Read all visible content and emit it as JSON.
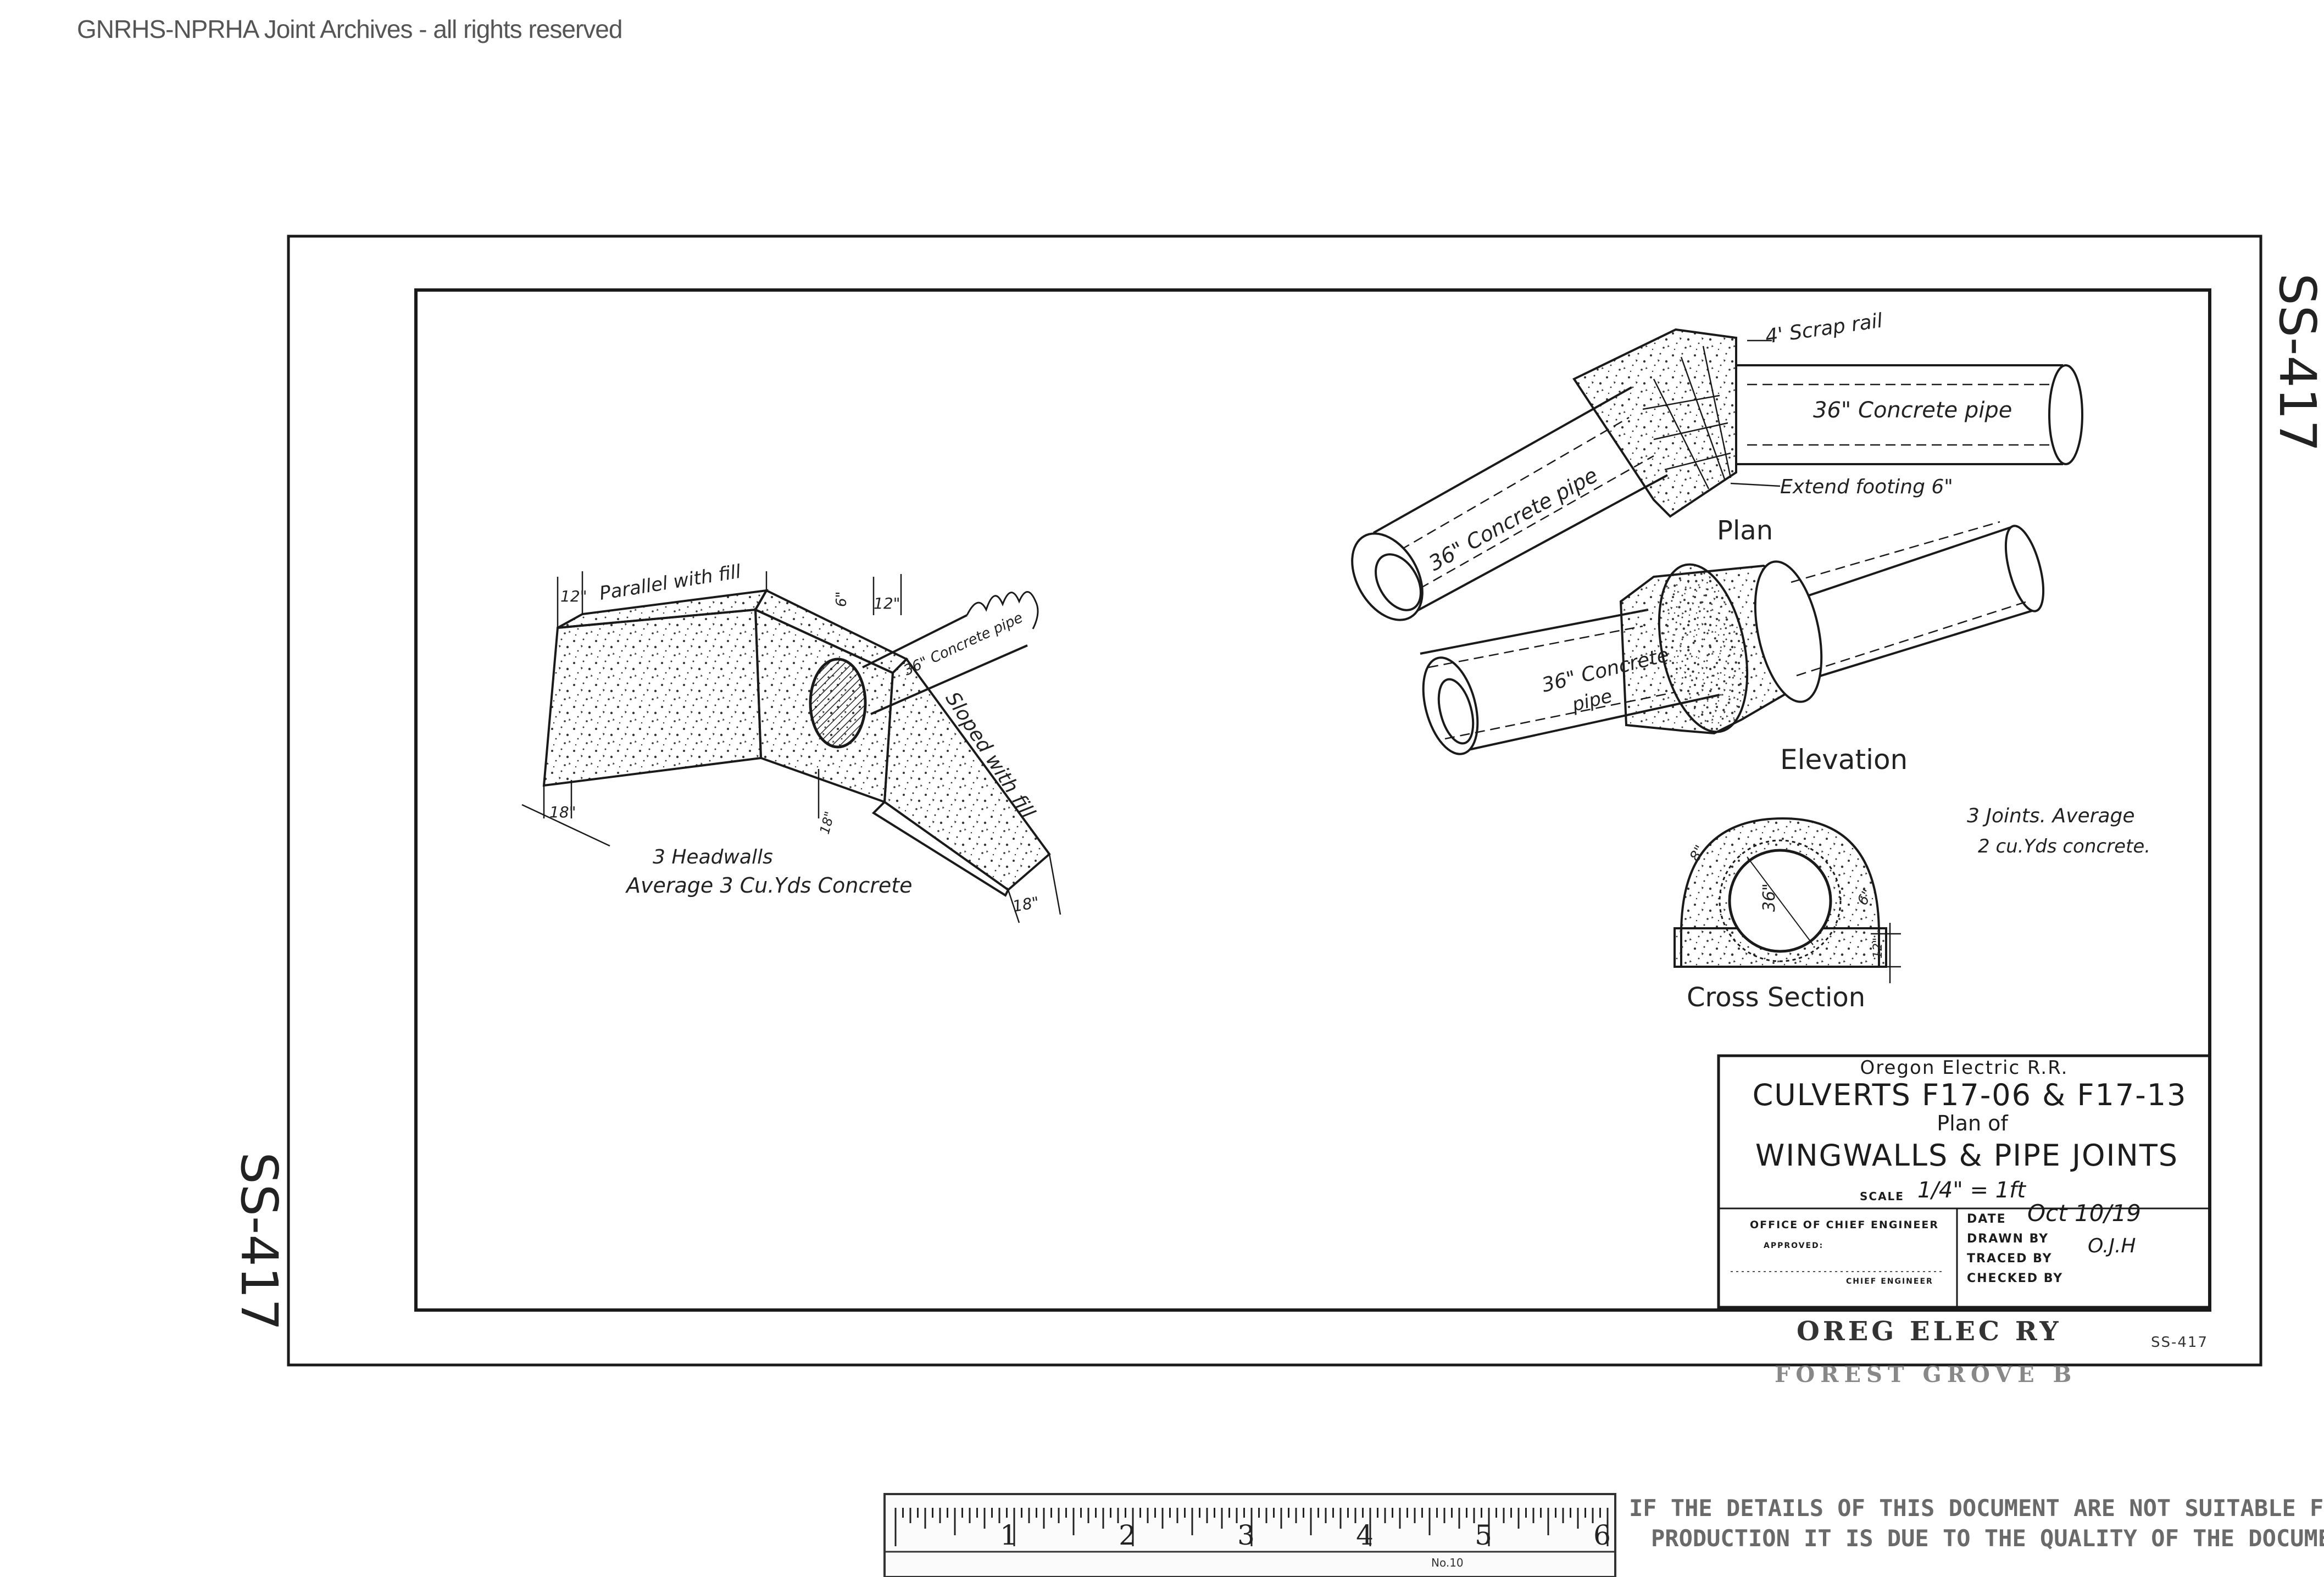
{
  "archive_header": "GNRHS-NPRHA Joint Archives - all rights reserved",
  "sheet_number": "SS-417",
  "sheet_number_small": "SS-417",
  "headwall_labels": {
    "parallel": "Parallel with fill",
    "sloped": "Sloped with fill",
    "pipe": "36\" Concrete pipe",
    "d12a": "12\"",
    "d12b": "12\"",
    "d6": "6\"",
    "d18a": "18\"",
    "d18b": "18\"",
    "d18c": "18\"",
    "note1": "3 Headwalls",
    "note2": "Average   3 Cu.Yds Concrete"
  },
  "plan_labels": {
    "scrap_rail": "4' Scrap rail",
    "pipe_right": "36\" Concrete pipe",
    "pipe_left": "36\" Concrete pipe",
    "extend": "Extend footing 6\"",
    "title": "Plan"
  },
  "elevation_labels": {
    "pipe": "36\" Concrete",
    "pipe2": "pipe",
    "title": "Elevation"
  },
  "section_labels": {
    "d8": "8\"",
    "d36": "36\"",
    "d6": "6\"",
    "d12": "12\"",
    "title": "Cross Section"
  },
  "joints_note": {
    "line1": "3 Joints. Average",
    "line2": "2 cu.Yds  concrete."
  },
  "title_block": {
    "railroad": "Oregon Electric R.R.",
    "culverts": "CULVERTS F17-06 & F17-13",
    "plan_of": "Plan of",
    "subject": "WINGWALLS & PIPE JOINTS",
    "scale_label": "SCALE",
    "scale_value": "1/4\" = 1ft",
    "office": "OFFICE OF CHIEF ENGINEER",
    "approved": "APPROVED:",
    "chief_engineer": "CHIEF ENGINEER",
    "date_label": "DATE",
    "date_value": "Oct 10/19",
    "drawn_label": "DRAWN BY",
    "drawn_value": "O.J.H",
    "traced_label": "TRACED BY",
    "checked_label": "CHECKED BY"
  },
  "stamp": {
    "line1": "OREG ELEC RY",
    "line2": "FOREST GROVE B"
  },
  "ruler": {
    "numbers": [
      "1",
      "2",
      "3",
      "4",
      "5",
      "6"
    ],
    "brand": "No.10"
  },
  "footer_note": {
    "line1": "IF THE DETAILS OF THIS DOCUMENT ARE NOT SUITABLE FOR RE-",
    "line2": "PRODUCTION IT IS DUE TO THE QUALITY OF THE DOCUMENT."
  },
  "colors": {
    "ink": "#1a1a1a",
    "paper": "#ffffff",
    "faded": "#666666"
  }
}
